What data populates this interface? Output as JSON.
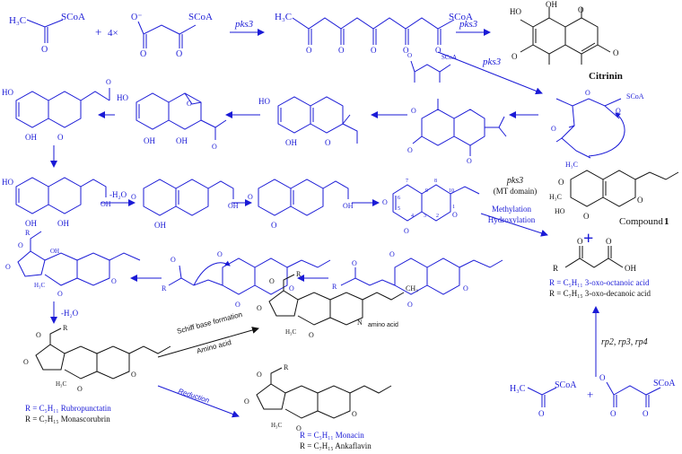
{
  "reagents": {
    "acetyl_coa": "SCoA",
    "acetyl_ch3": "H₃C",
    "plus": "+",
    "times_four": "4×",
    "malonyl_coa": "SCoA",
    "malonyl_anion": "O⁻",
    "bottom_acetyl_ch3": "H₃C",
    "bottom_acetyl_coa": "SCoA",
    "bottom_malonyl_coa": "SCoA"
  },
  "atoms": {
    "ch3": "CH₃",
    "h3c": "H₃C",
    "oh": "OH",
    "ho": "HO",
    "o": "O",
    "r": "R",
    "scoa": "SCoA",
    "hooc": "HO",
    "amino_acid": "amino acid",
    "n": "N"
  },
  "enzymes": {
    "pks3_top1": "pks3",
    "pks3_top2": "pks3",
    "pks3_diag": "pks3",
    "pks3_mt": "pks3",
    "mt_domain": "(MT domain)",
    "methylation": "Methylation",
    "hydroxylation": "Hydroxylation",
    "rp_genes": "rp2, rp3, rp4"
  },
  "steps": {
    "dehydration1": "-H₂O",
    "dehydration2": "-H₂O",
    "schiff": "Schiff base formation",
    "amino_acid": "Amino acid",
    "reduction": "Reduction"
  },
  "compounds": {
    "citrinin": "Citrinin",
    "compound1_prefix": "Compound ",
    "compound1_num": "1",
    "big_plus": "+",
    "octanoic": "R = C₅H₁₁  3-oxo-octanoic acid",
    "decanoic": "R = C₇H₁₅  3-oxo-decanoic acid",
    "rubropunctatin": "R = C₅H₁₁  Rubropunctatin",
    "monascorubrin": "R = C₇H₁₅  Monascorubrin",
    "monacin": "R = C₅H₁₁  Monacin",
    "ankaflavin": "R = C₇H₁₅  Ankaflavin"
  },
  "numbering": [
    "7",
    "8",
    "9",
    "10",
    "6",
    "5",
    "4",
    "3",
    "2",
    "1"
  ],
  "colors": {
    "scheme_blue": "#1a1ad6",
    "ink_black": "#111111"
  }
}
